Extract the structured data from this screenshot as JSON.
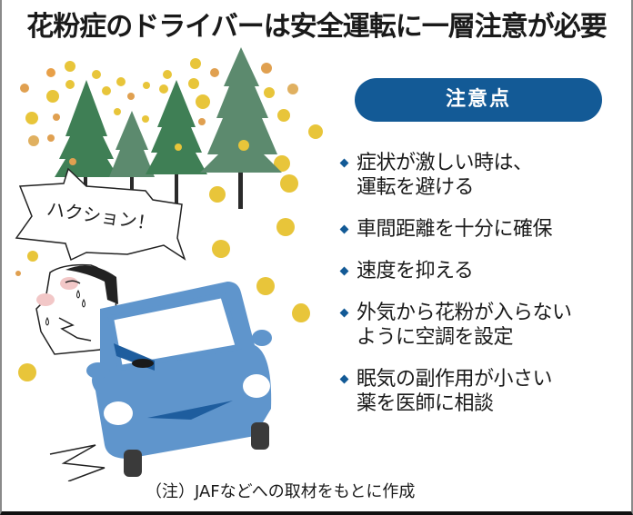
{
  "title": "花粉症のドライバーは安全運転に一層注意が必要",
  "illustration": {
    "speech_bubble": "ハクション！",
    "description": "Sneezing driver in blue car near cedar trees with pollen",
    "colors": {
      "tree_dark": "#3f7f55",
      "tree_light": "#5c8a6e",
      "pollen_yellow": "#e8c53a",
      "pollen_orange": "#e0a050",
      "car_blue": "#5f95cc",
      "car_dark": "#1e5d9e"
    }
  },
  "panel": {
    "heading": "注意点",
    "heading_color": "#135a96",
    "items": [
      {
        "lines": [
          "症状が激しい時は、",
          "運転を避ける"
        ]
      },
      {
        "lines": [
          "車間距離を十分に確保"
        ]
      },
      {
        "lines": [
          "速度を抑える"
        ]
      },
      {
        "lines": [
          "外気から花粉が入らない",
          "ように空調を設定"
        ]
      },
      {
        "lines": [
          "眠気の副作用が小さい",
          "薬を医師に相談"
        ]
      }
    ]
  },
  "note": "（注）JAFなどへの取材をもとに作成"
}
